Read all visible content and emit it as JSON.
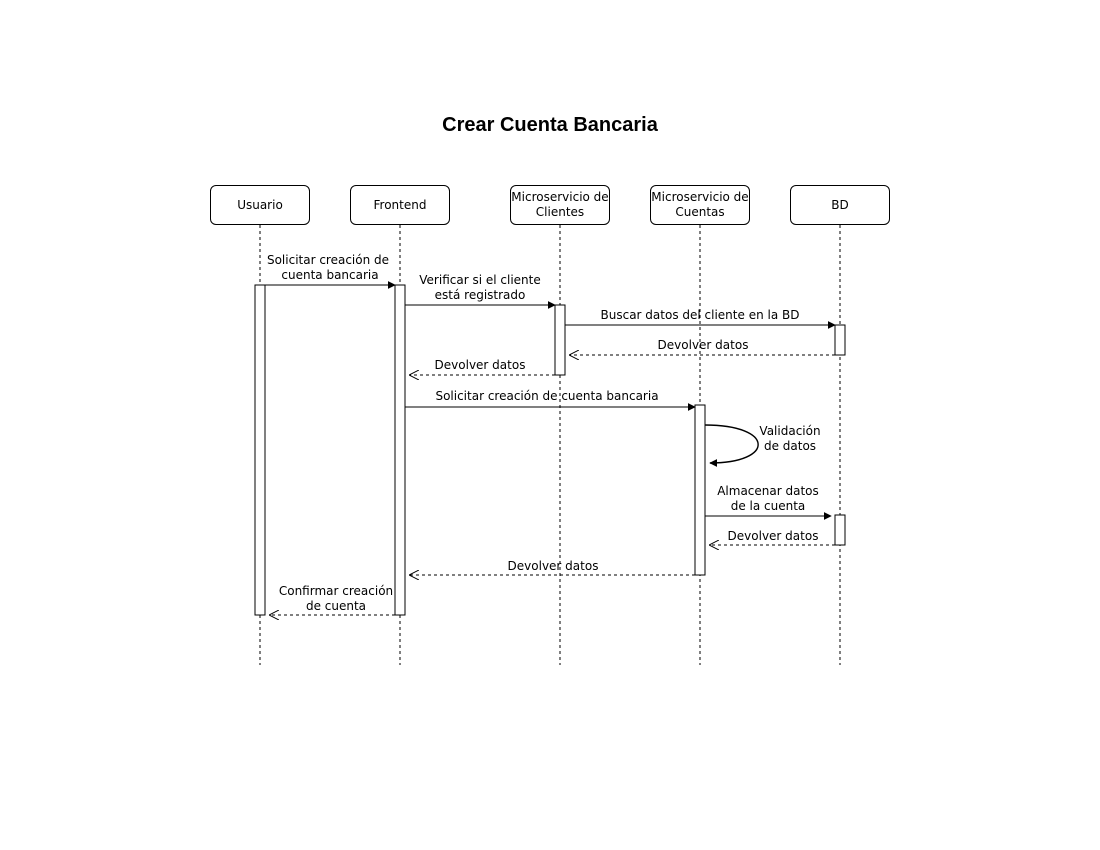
{
  "title": "Crear Cuenta Bancaria",
  "participants": [
    {
      "id": "usuario",
      "label": "Usuario"
    },
    {
      "id": "frontend",
      "label": "Frontend"
    },
    {
      "id": "ms_clientes",
      "label": "Microservicio de\nClientes"
    },
    {
      "id": "ms_cuentas",
      "label": "Microservicio de\nCuentas"
    },
    {
      "id": "bd",
      "label": "BD"
    }
  ],
  "messages": [
    {
      "from": "usuario",
      "to": "frontend",
      "type": "sync",
      "label": [
        "Solicitar creación de",
        "cuenta bancaria"
      ]
    },
    {
      "from": "frontend",
      "to": "ms_clientes",
      "type": "sync",
      "label": [
        "Verificar si el cliente",
        "está registrado"
      ]
    },
    {
      "from": "ms_clientes",
      "to": "bd",
      "type": "sync",
      "label": [
        "Buscar datos del cliente en la BD"
      ]
    },
    {
      "from": "bd",
      "to": "ms_clientes",
      "type": "return",
      "label": [
        "Devolver datos"
      ]
    },
    {
      "from": "ms_clientes",
      "to": "frontend",
      "type": "return",
      "label": [
        "Devolver datos"
      ]
    },
    {
      "from": "frontend",
      "to": "ms_cuentas",
      "type": "sync",
      "label": [
        "Solicitar creación de cuenta bancaria"
      ]
    },
    {
      "from": "ms_cuentas",
      "to": "ms_cuentas",
      "type": "self",
      "label": [
        "Validación",
        "de datos"
      ]
    },
    {
      "from": "ms_cuentas",
      "to": "bd",
      "type": "sync",
      "label": [
        "Almacenar datos",
        "de la cuenta"
      ]
    },
    {
      "from": "bd",
      "to": "ms_cuentas",
      "type": "return",
      "label": [
        "Devolver datos"
      ]
    },
    {
      "from": "ms_cuentas",
      "to": "frontend",
      "type": "return",
      "label": [
        "Devolver datos"
      ]
    },
    {
      "from": "frontend",
      "to": "usuario",
      "type": "return",
      "label": [
        "Confirmar creación",
        "de cuenta"
      ]
    }
  ]
}
